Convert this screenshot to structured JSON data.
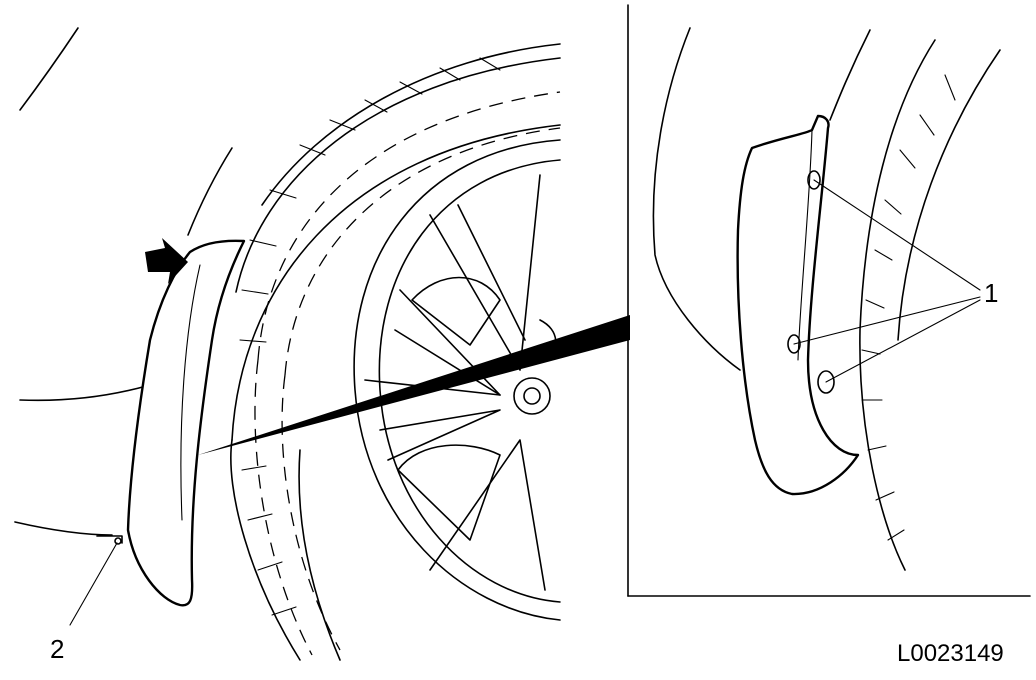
{
  "figure": {
    "code": "L0023149",
    "callouts": {
      "fasteners": "1",
      "mud_flap_edge": "2"
    }
  },
  "colors": {
    "line": "#000000",
    "background": "#ffffff"
  },
  "icons": [
    "arrow-icon"
  ]
}
